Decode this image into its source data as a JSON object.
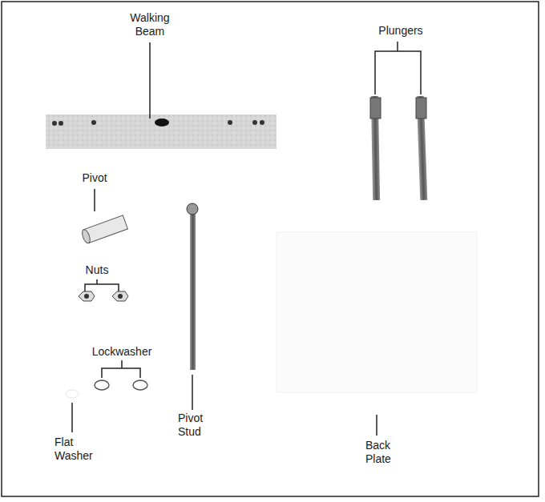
{
  "diagram": {
    "labels": [
      "Walking Beam",
      "Plungers",
      "Pivot",
      "Nuts",
      "Lockwasher",
      "Flat Washer",
      "Pivot Stud",
      "Back Plate"
    ]
  }
}
